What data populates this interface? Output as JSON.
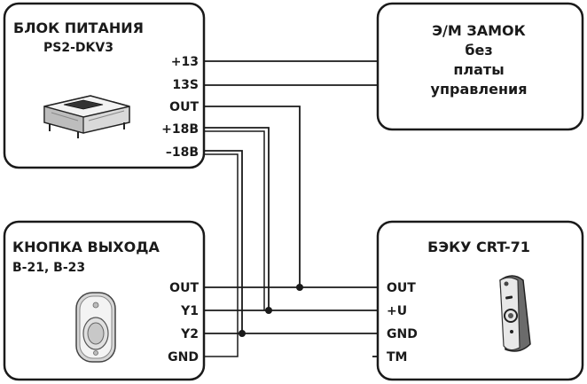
{
  "psu": {
    "title": "БЛОК ПИТАНИЯ",
    "model": "PS2-DKV3",
    "pins": [
      "+13",
      "13S",
      "OUT",
      "+18В",
      "–18В"
    ]
  },
  "lock": {
    "line1": "Э/М ЗАМОК",
    "line2": "без",
    "line3": "платы",
    "line4": "управления"
  },
  "exit_button": {
    "title": "КНОПКА ВЫХОДА",
    "models": "В-21, В-23",
    "pins": [
      "OUT",
      "Y1",
      "Y2",
      "GND"
    ]
  },
  "controller": {
    "title": "БЭКУ  CRT-71",
    "pins": [
      "OUT",
      "+U",
      "GND",
      "TM"
    ]
  }
}
